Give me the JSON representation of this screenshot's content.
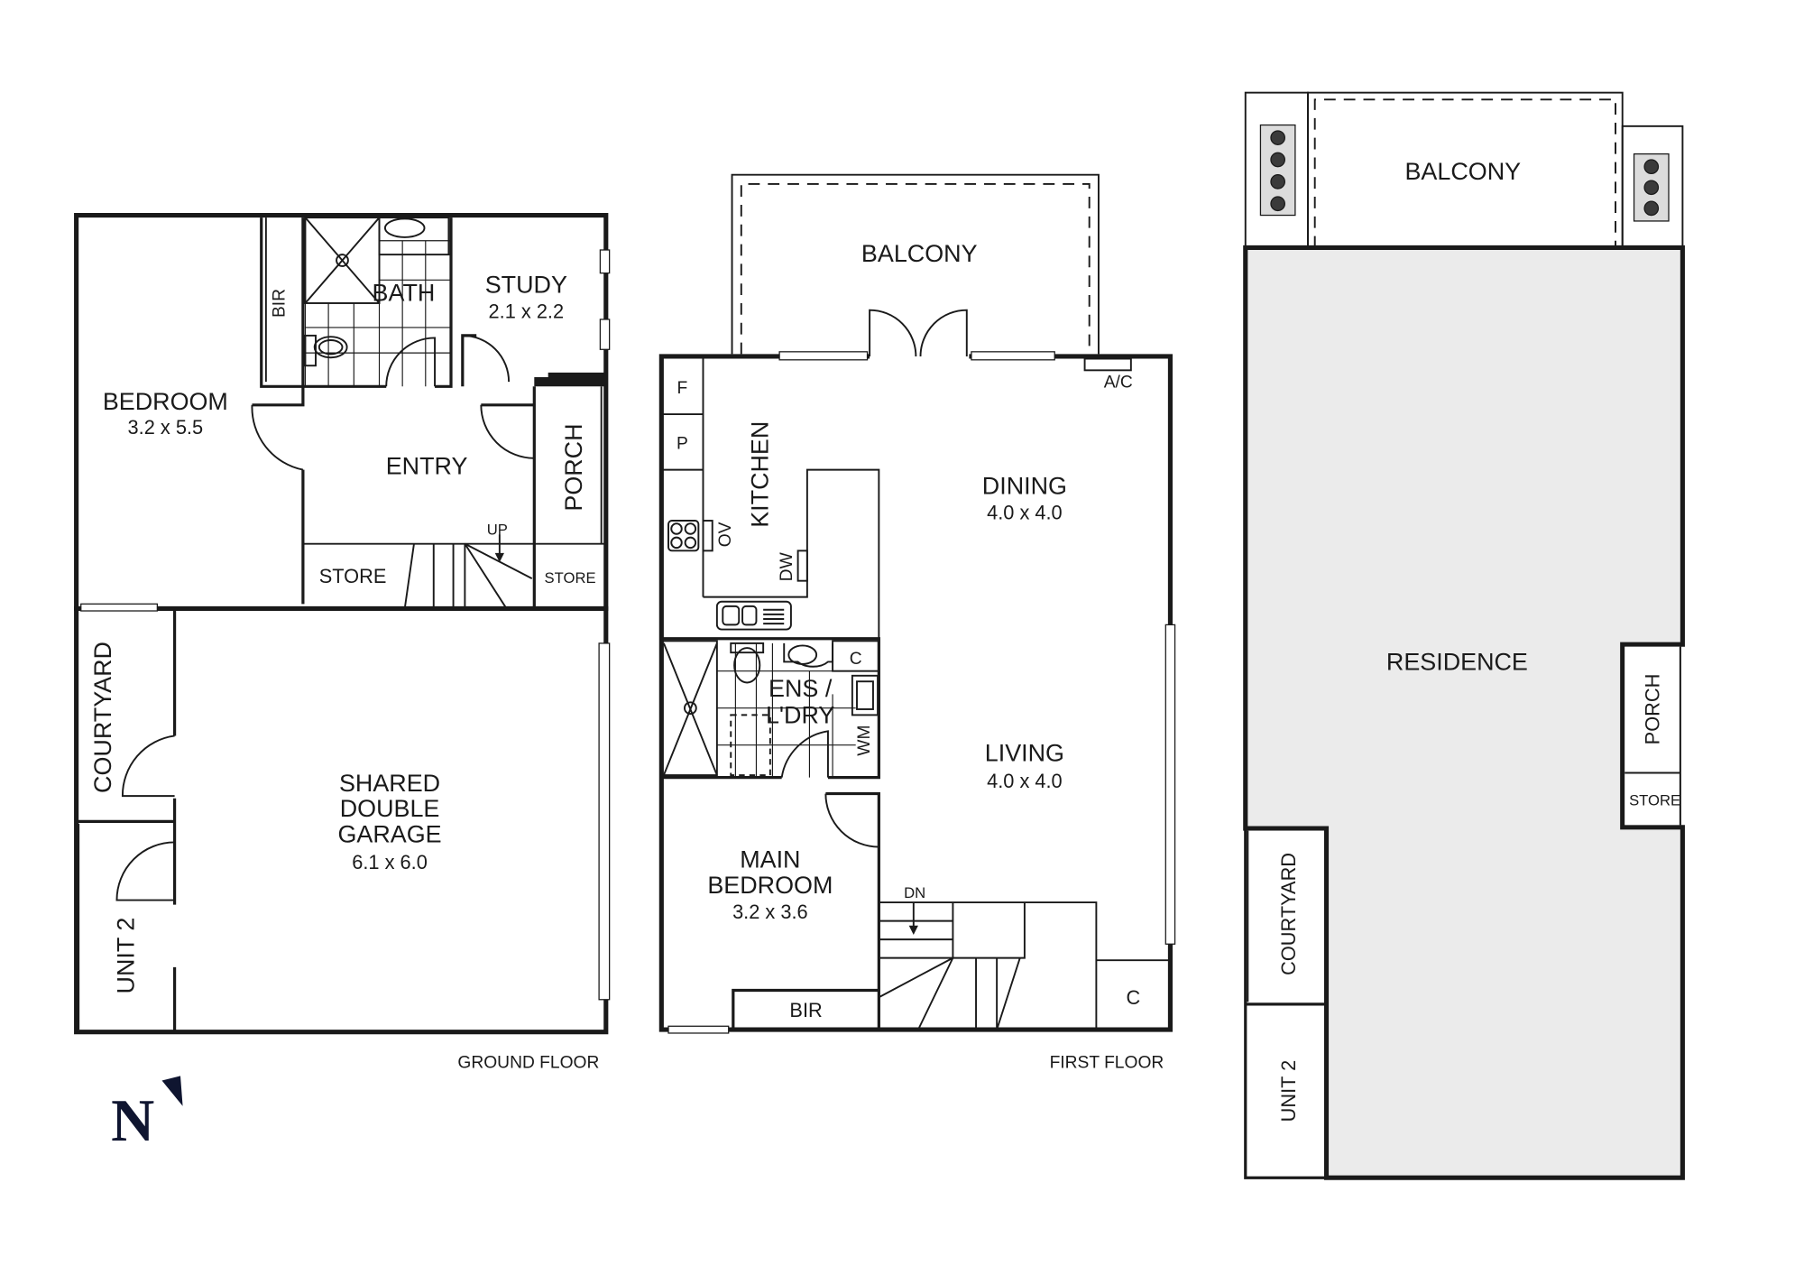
{
  "ground_floor": {
    "caption": "GROUND FLOOR",
    "rooms": {
      "bedroom": {
        "name": "BEDROOM",
        "dims": "3.2 x 5.5"
      },
      "bir": {
        "name": "BIR"
      },
      "bath": {
        "name": "BATH"
      },
      "study": {
        "name": "STUDY",
        "dims": "2.1 x 2.2"
      },
      "entry": {
        "name": "ENTRY"
      },
      "porch": {
        "name": "PORCH"
      },
      "store_left": {
        "name": "STORE"
      },
      "store_right": {
        "name": "STORE"
      },
      "stair_label": {
        "name": "UP"
      },
      "courtyard": {
        "name": "COURTYARD"
      },
      "garage": {
        "line1": "SHARED",
        "line2": "DOUBLE",
        "line3": "GARAGE",
        "dims": "6.1 x 6.0"
      },
      "unit2": {
        "name": "UNIT 2"
      }
    }
  },
  "first_floor": {
    "caption": "FIRST FLOOR",
    "rooms": {
      "balcony": {
        "name": "BALCONY"
      },
      "ac": {
        "name": "A/C"
      },
      "fridge": {
        "name": "F"
      },
      "pantry": {
        "name": "P"
      },
      "kitchen": {
        "name": "KITCHEN"
      },
      "oven": {
        "name": "OV"
      },
      "dishwasher": {
        "name": "DW"
      },
      "dining": {
        "name": "DINING",
        "dims": "4.0 x 4.0"
      },
      "ensuite": {
        "line1": "ENS /",
        "line2": "L'DRY"
      },
      "cupboard_ens": {
        "name": "C"
      },
      "washing_machine": {
        "name": "WM"
      },
      "living": {
        "name": "LIVING",
        "dims": "4.0 x 4.0"
      },
      "main_bedroom": {
        "line1": "MAIN",
        "line2": "BEDROOM",
        "dims": "3.2 x 3.6"
      },
      "bir": {
        "name": "BIR"
      },
      "stair_label": {
        "name": "DN"
      },
      "cupboard_corner": {
        "name": "C"
      }
    }
  },
  "site_plan": {
    "rooms": {
      "balcony": {
        "name": "BALCONY"
      },
      "residence": {
        "name": "RESIDENCE"
      },
      "porch": {
        "name": "PORCH"
      },
      "store": {
        "name": "STORE"
      },
      "courtyard": {
        "name": "COURTYARD"
      },
      "unit2": {
        "name": "UNIT 2"
      }
    }
  },
  "compass": {
    "letter": "N",
    "color": "#0f1530"
  },
  "colors": {
    "wall": "#1a1a1a",
    "residence_fill": "#ebebeb",
    "background": "#ffffff"
  }
}
